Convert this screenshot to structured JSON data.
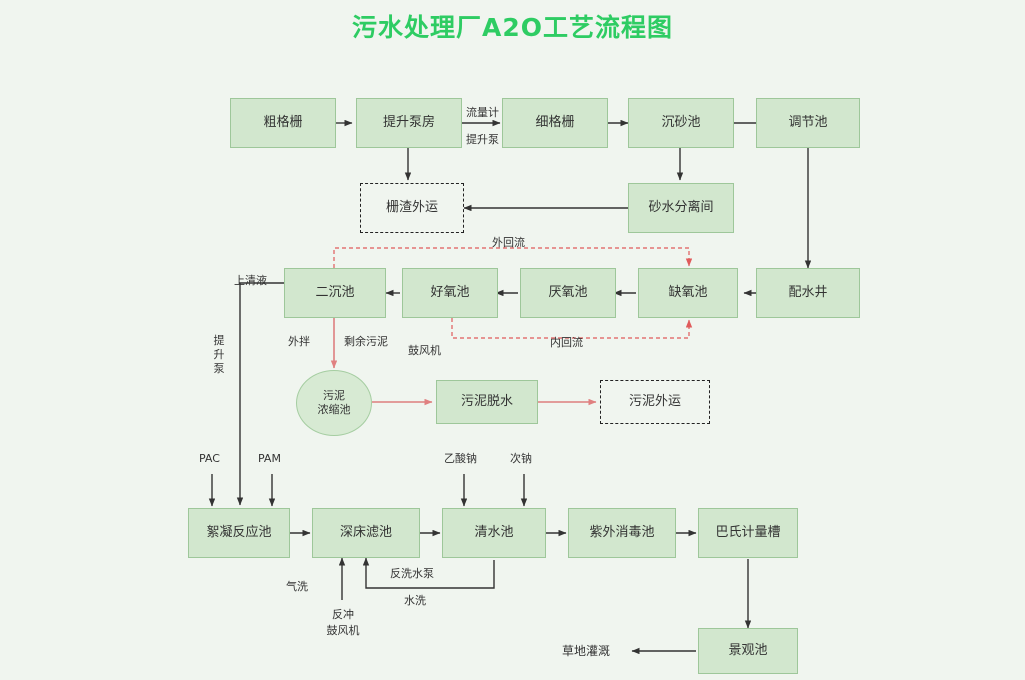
{
  "title": "污水处理厂A2O工艺流程图",
  "theme": {
    "background": "#f0f5ef",
    "title_color": "#2ecc63",
    "node_fill": "#d2e7ce",
    "node_border": "#9ec79a",
    "arrow_color": "#333333",
    "recycle_arrow_color": "#e05b5b",
    "sludge_arrow_color": "#e08080"
  },
  "nodes": {
    "coarse_screen": "粗格栅",
    "lift_pump_room": "提升泵房",
    "fine_screen": "细格栅",
    "grit_chamber": "沉砂池",
    "equalization_tank": "调节池",
    "grit_separator": "砂水分离间",
    "screenings_transport": "栅渣外运",
    "secondary_clarifier": "二沉池",
    "aerobic_tank": "好氧池",
    "anaerobic_tank": "厌氧池",
    "anoxic_tank": "缺氧池",
    "distribution_well": "配水井",
    "sludge_thickener": "污泥\n浓缩池",
    "sludge_thickener_line1": "污泥",
    "sludge_thickener_line2": "浓缩池",
    "sludge_dewatering": "污泥脱水",
    "sludge_transport": "污泥外运",
    "flocculation_tank": "絮凝反应池",
    "deep_bed_filter": "深床滤池",
    "clean_water_tank": "清水池",
    "uv_disinfection": "紫外消毒池",
    "parshall_flume": "巴氏计量槽",
    "landscape_pond": "景观池"
  },
  "labels": {
    "flow_meter": "流量计",
    "lift_pump": "提升泵",
    "external_return": "外回流",
    "internal_return": "内回流",
    "supernatant": "上清液",
    "lift_pump_vertical": "提升泵",
    "external_mix": "外拌",
    "excess_sludge": "剩余污泥",
    "blower": "鼓风机",
    "pac": "PAC",
    "pam": "PAM",
    "sodium_acetate": "乙酸钠",
    "sodium_hypochlorite": "次钠",
    "air_wash": "气洗",
    "backwash_blower": "反冲\n鼓风机",
    "backwash_blower_line1": "反冲",
    "backwash_blower_line2": "鼓风机",
    "backwash_pump": "反洗水泵",
    "water_wash": "水洗",
    "grass_irrigation": "草地灌溉"
  }
}
